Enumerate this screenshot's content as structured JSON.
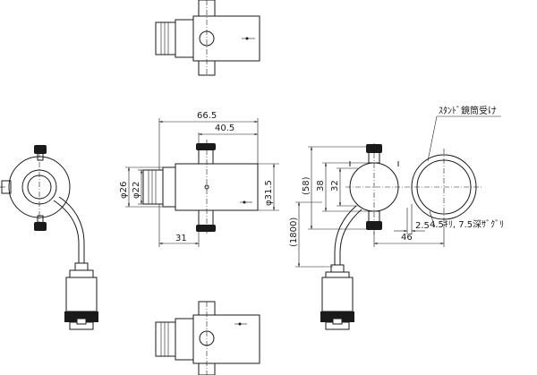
{
  "dimensions": {
    "overall_length": "66.5",
    "body_length": "40.5",
    "mount_length": "31",
    "dia_outer": "φ26",
    "dia_inner": "φ22",
    "dia_body": "φ31.5",
    "height_58": "(58)",
    "height_38": "38",
    "height_32": "32",
    "cable_1800": "(1800)",
    "offset_46": "46",
    "offset_2_5": "2.5"
  },
  "labels": {
    "stand_tube": "ｽﾀﾝﾄﾞ鏡筒受け",
    "hole_note": "4.5ｷﾘ, 7.5深ｻﾞｸﾞﾘ"
  }
}
